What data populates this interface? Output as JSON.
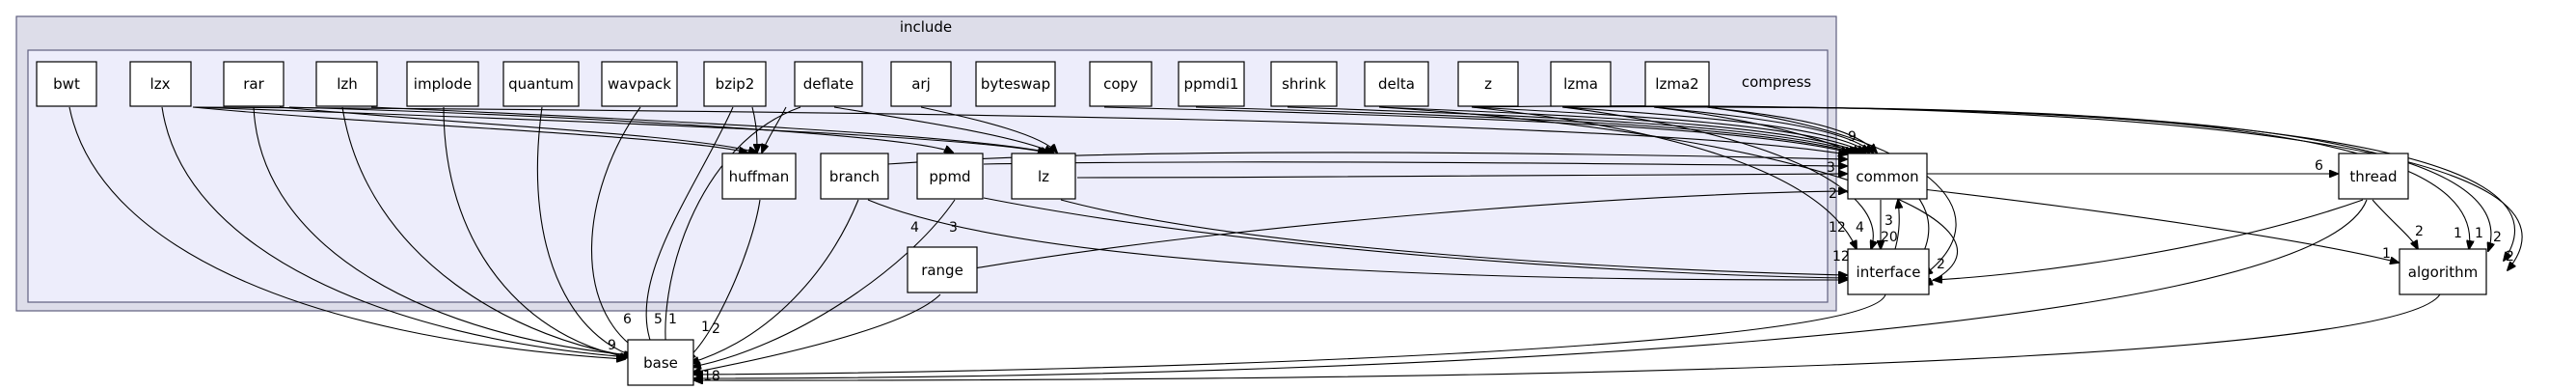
{
  "clusters": {
    "outer": {
      "label": "include",
      "fill": "#dddde9",
      "stroke": "#5f5f7f"
    },
    "inner": {
      "label": "compress",
      "fill": "#ededfb",
      "stroke": "#5f5f7f"
    }
  },
  "nodes": {
    "bwt": "bwt",
    "lzx": "lzx",
    "rar": "rar",
    "lzh": "lzh",
    "implode": "implode",
    "quantum": "quantum",
    "wavpack": "wavpack",
    "bzip2": "bzip2",
    "deflate": "deflate",
    "arj": "arj",
    "byteswap": "byteswap",
    "copy": "copy",
    "ppmdi1": "ppmdi1",
    "shrink": "shrink",
    "delta": "delta",
    "z": "z",
    "lzma": "lzma",
    "lzma2": "lzma2",
    "huffman": "huffman",
    "branch": "branch",
    "ppmd": "ppmd",
    "lz": "lz",
    "range": "range",
    "common": "common",
    "interface": "interface",
    "thread": "thread",
    "algorithm": "algorithm",
    "base": "base"
  },
  "edge_labels": {
    "branch_range": "4",
    "ppmd_range": "3",
    "lz_common": "3",
    "common_thread": "6",
    "common_interface": "3",
    "interface_common": "20",
    "in_common_a": "9",
    "in_common_b": "12",
    "in_common_c": "2",
    "interface_in_a": "4",
    "interface_in_b": "12",
    "interface_in_c": "2",
    "thread_algorithm": "2",
    "common_algorithm": "1",
    "algo_in_a": "1",
    "algo_in_b": "1",
    "algo_in_c": "2",
    "algo_in_d": "2",
    "base_in_a": "6",
    "base_in_b": "5",
    "base_in_c": "1",
    "base_in_d": "1",
    "base_in_e": "2",
    "base_in_f": "9",
    "base_in_g": "18"
  }
}
